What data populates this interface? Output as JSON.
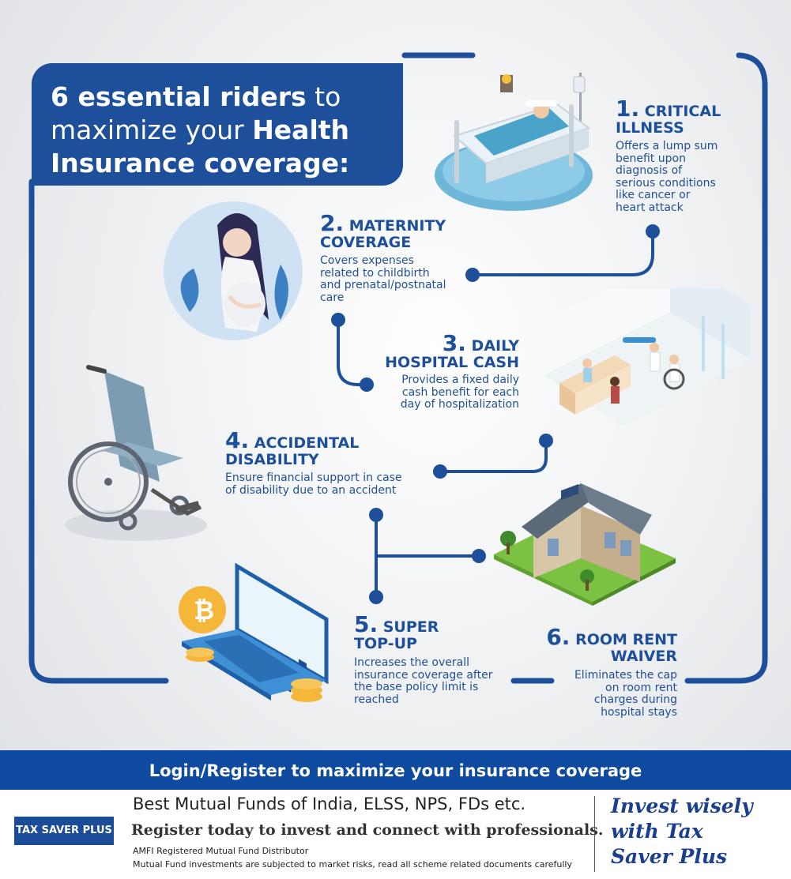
{
  "title": {
    "part1": "6 essential riders",
    "part2": " to maximize your ",
    "part3": "Health Insurance coverage:"
  },
  "riders": [
    {
      "num": "1.",
      "title_line1": "CRITICAL",
      "title_line2": "ILLNESS",
      "desc": [
        "Offers a lump sum",
        "benefit upon",
        "diagnosis of",
        "serious conditions",
        "like cancer or",
        "heart attack"
      ]
    },
    {
      "num": "2.",
      "title_line1": "MATERNITY",
      "title_line2": "COVERAGE",
      "desc": [
        "Covers expenses",
        "related to childbirth",
        "and prenatal/postnatal",
        "care"
      ]
    },
    {
      "num": "3.",
      "title_line1": "DAILY",
      "title_line2": "HOSPITAL CASH",
      "desc": [
        "Provides a fixed daily",
        "cash benefit for each",
        "day of hospitalization"
      ]
    },
    {
      "num": "4.",
      "title_line1": "ACCIDENTAL",
      "title_line2": "DISABILITY",
      "desc": [
        "Ensure financial support in case",
        "of disability due to an accident"
      ]
    },
    {
      "num": "5.",
      "title_line1": "SUPER",
      "title_line2": "TOP-UP",
      "desc": [
        "Increases the overall",
        "insurance coverage after",
        "the base policy limit is",
        "reached"
      ]
    },
    {
      "num": "6.",
      "title_line1": "ROOM RENT",
      "title_line2": "WAIVER",
      "desc": [
        "Eliminates the cap",
        "on room rent",
        "charges during",
        "hospital stays"
      ]
    }
  ],
  "banner": "Login/Register to maximize your insurance coverage",
  "footer": {
    "logo": "TAX SAVER PLUS",
    "line1": "Best Mutual Funds of India, ELSS, NPS, FDs etc.",
    "line2": "Register today to invest and connect with professionals.",
    "line3": "AMFI Registered Mutual Fund Distributor",
    "line4": "Mutual Fund investments are subjected to market risks, read all scheme related documents carefully",
    "slogan": [
      "Invest wisely",
      "with Tax",
      "Saver Plus"
    ]
  },
  "colors": {
    "primary": "#1d4f9a",
    "banner": "#0d4aa0",
    "slogan": "#1b3f8f"
  }
}
